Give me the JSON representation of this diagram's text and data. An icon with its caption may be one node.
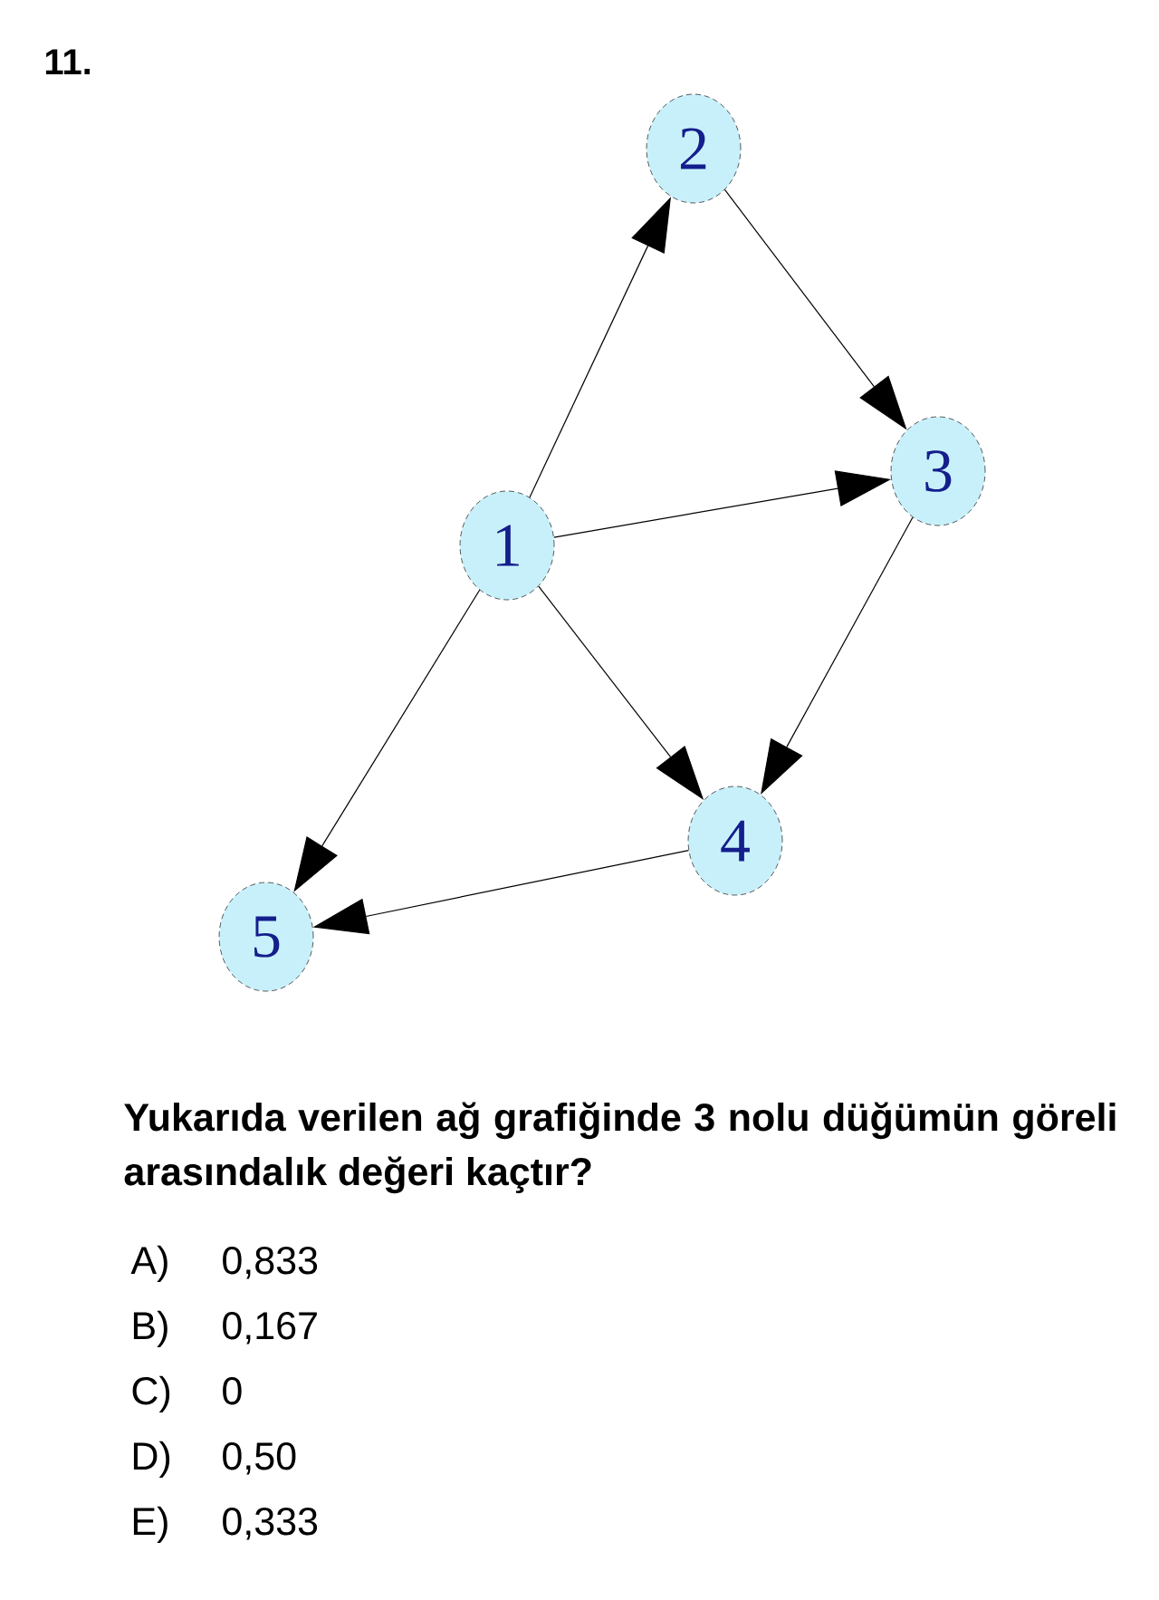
{
  "diagram": {
    "title": "11.",
    "nodes": [
      {
        "text": [
          "1"
        ]
      },
      {
        "text": [
          "2"
        ]
      },
      {
        "text": [
          "3"
        ]
      },
      {
        "text": [
          "4"
        ]
      },
      {
        "text": [
          "5"
        ]
      }
    ],
    "edges": [
      {
        "from": 0,
        "to": 1,
        "arrow": "to"
      },
      {
        "from": 1,
        "to": 2,
        "arrow": "to"
      },
      {
        "from": 0,
        "to": 2,
        "arrow": "to"
      },
      {
        "from": 0,
        "to": 3,
        "arrow": "to"
      },
      {
        "from": 2,
        "to": 3,
        "arrow": "to"
      },
      {
        "from": 0,
        "to": 4,
        "arrow": "to"
      },
      {
        "from": 3,
        "to": 4,
        "arrow": "to"
      }
    ],
    "labels": [
      "Yukarıda verilen ağ grafiğinde 3 nolu düğümün göreli arasındalık değeri kaçtır?",
      "A)",
      "0,833",
      "B)",
      "0,167",
      "C)",
      "0",
      "D)",
      "0,50",
      "E)",
      "0,333"
    ]
  }
}
